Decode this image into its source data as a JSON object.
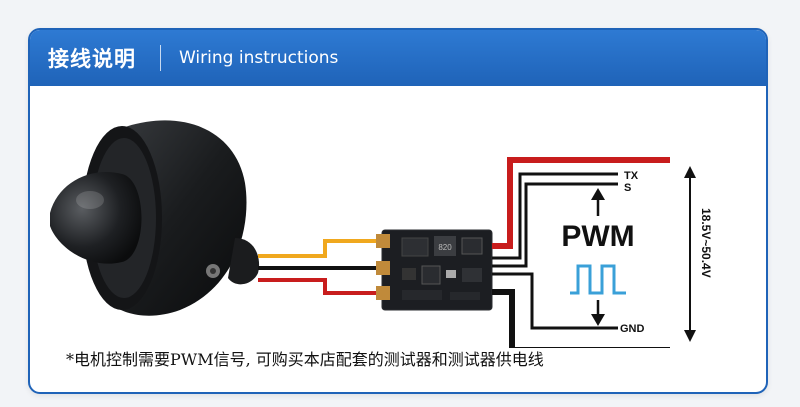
{
  "header": {
    "title_cn": "接线说明",
    "title_en": "Wiring instructions"
  },
  "diagram": {
    "signal_labels": {
      "tx": "TX",
      "s": "S",
      "gnd": "GND"
    },
    "pwm_label": "PWM",
    "voltage_label": "18.5V~50.4V",
    "esc_chip_label": "820"
  },
  "note": "*电机控制需要PWM信号, 可购买本店配套的测试器和测试器供电线",
  "colors": {
    "header_blue": "#1f63b8",
    "wire_red": "#c81d1d",
    "wire_yellow": "#f0a81e",
    "wire_black": "#111111",
    "pwm_wave": "#3aa0d8"
  }
}
